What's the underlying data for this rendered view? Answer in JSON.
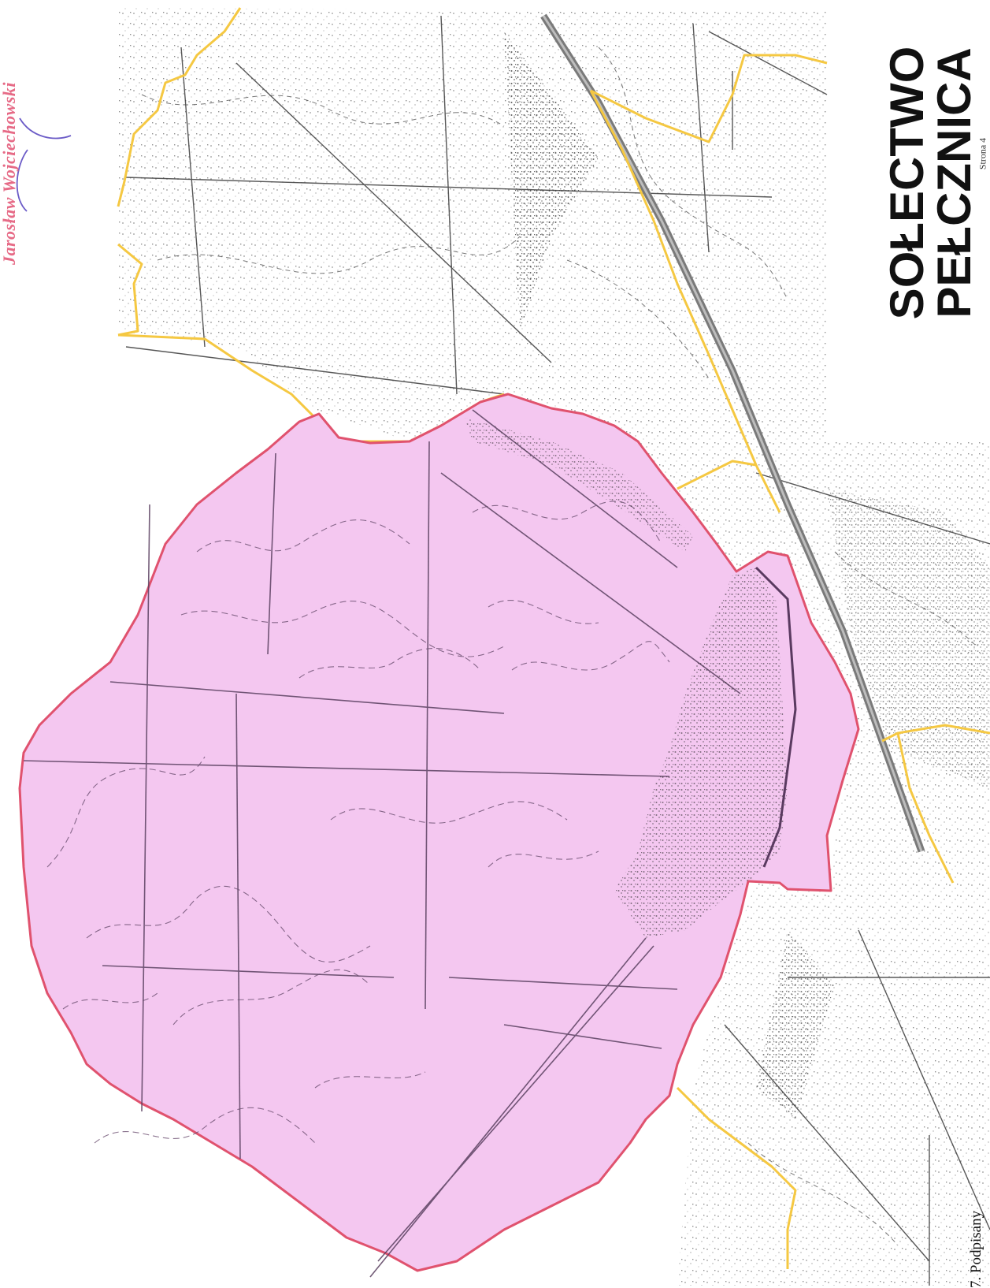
{
  "map": {
    "title_line1": "SOŁECTWO",
    "title_line2": "PEŁCZNICA",
    "signature_name": "Jarosław Wojciechowski",
    "signed_label": "7. Podpisany",
    "page_note": "Strona 4",
    "colors": {
      "area_fill": "#f4c7f0",
      "area_border": "#e0526e",
      "neighbor_boundary": "#f5c842",
      "road": "#777777",
      "linework": "#333333",
      "signature": "#6b5bc7"
    },
    "icons": [
      "signature-mark-icon"
    ]
  }
}
